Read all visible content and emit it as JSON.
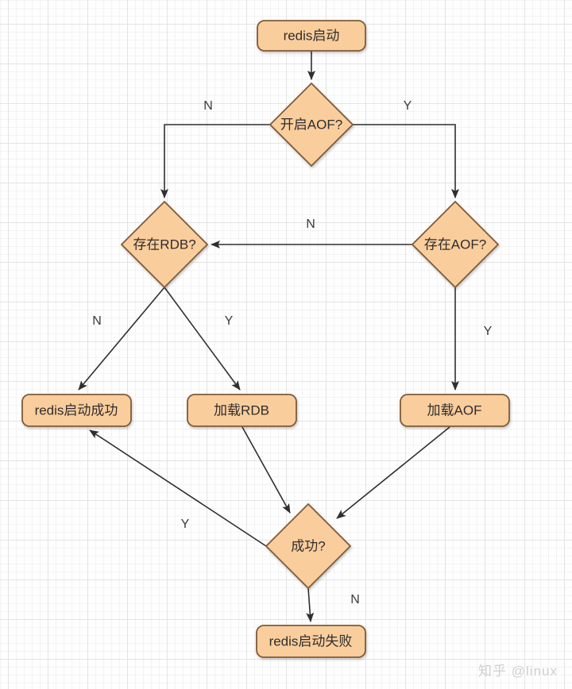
{
  "colors": {
    "node_fill": "#FACD9C",
    "node_stroke": "#7F5B39",
    "edge": "#2f2f2f",
    "node_text": "#2e2e2e",
    "edge_label_text": "#3c3c3c",
    "watermark_text": "#cfcfcf",
    "grid_minor": "#f3f3f3",
    "grid_major": "#e4e4e4",
    "background": "#fefefe"
  },
  "diagram": {
    "nodes": {
      "start": {
        "label": "redis启动",
        "type": "process"
      },
      "aof_enabled": {
        "label": "开启AOF?",
        "type": "decision"
      },
      "rdb_exists": {
        "label": "存在RDB?",
        "type": "decision"
      },
      "aof_exists": {
        "label": "存在AOF?",
        "type": "decision"
      },
      "start_success": {
        "label": "redis启动成功",
        "type": "process"
      },
      "load_rdb": {
        "label": "加载RDB",
        "type": "process"
      },
      "load_aof": {
        "label": "加载AOF",
        "type": "process"
      },
      "load_success": {
        "label": "成功?",
        "type": "decision"
      },
      "start_fail": {
        "label": "redis启动失败",
        "type": "process"
      }
    },
    "edges": [
      {
        "from": "start",
        "to": "aof_enabled",
        "label": ""
      },
      {
        "from": "aof_enabled",
        "to": "rdb_exists",
        "label": "N"
      },
      {
        "from": "aof_enabled",
        "to": "aof_exists",
        "label": "Y"
      },
      {
        "from": "aof_exists",
        "to": "rdb_exists",
        "label": "N"
      },
      {
        "from": "rdb_exists",
        "to": "start_success",
        "label": "N"
      },
      {
        "from": "rdb_exists",
        "to": "load_rdb",
        "label": "Y"
      },
      {
        "from": "aof_exists",
        "to": "load_aof",
        "label": "Y"
      },
      {
        "from": "load_rdb",
        "to": "load_success",
        "label": ""
      },
      {
        "from": "load_aof",
        "to": "load_success",
        "label": ""
      },
      {
        "from": "load_success",
        "to": "start_success",
        "label": "Y"
      },
      {
        "from": "load_success",
        "to": "start_fail",
        "label": "N"
      }
    ],
    "edge_labels": {
      "aof_enabled_no": "N",
      "aof_enabled_yes": "Y",
      "aof_exists_no": "N",
      "rdb_exists_no": "N",
      "rdb_exists_yes": "Y",
      "aof_exists_yes": "Y",
      "load_success_yes": "Y",
      "load_success_no": "N"
    }
  },
  "watermark": {
    "text": "知乎 @linux"
  }
}
